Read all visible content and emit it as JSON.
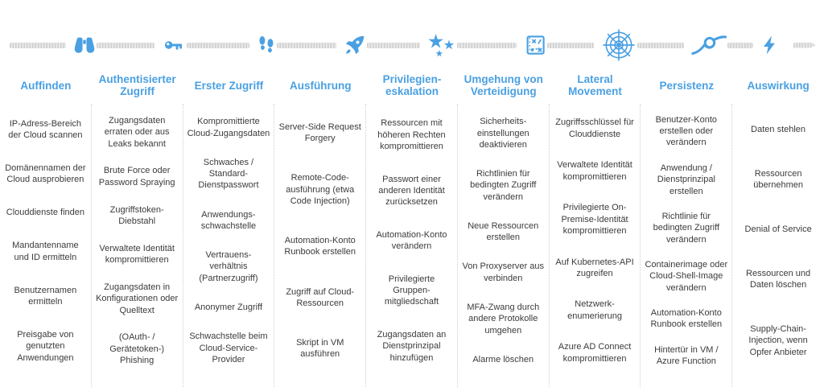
{
  "colors": {
    "accent": "#4aa0e2",
    "dash": "#dcdcdc",
    "divider": "#cfcfcf",
    "item_text": "#3b3b3b"
  },
  "diagram": {
    "title": "Cloud Kill Chain (German attack phase matrix)",
    "columns": [
      {
        "label": "Auffinden",
        "icon": "binoculars-icon",
        "items": [
          "IP-Adress-Bereich der Cloud scannen",
          "Domänennamen der Cloud ausprobieren",
          "Clouddienste finden",
          "Mandantenname und ID ermitteln",
          "Benutzernamen ermitteln",
          "Preisgabe von genutzten Anwendungen"
        ]
      },
      {
        "label": "Authentisierter Zugriff",
        "icon": "key-icon",
        "items": [
          "Zugangsdaten erraten oder aus Leaks bekannt",
          "Brute Force oder Password Spraying",
          "Zugriffstoken-Diebstahl",
          "Verwaltete Identität kompromittieren",
          "Zugangsdaten in Konfigurationen oder Quelltext",
          "(OAuth- / Gerätetoken-) Phishing"
        ]
      },
      {
        "label": "Erster Zugriff",
        "icon": "footprints-icon",
        "items": [
          "Kompromittierte Cloud-Zugangsdaten",
          "Schwaches / Standard-Dienstpasswort",
          "Anwendungs-schwachstelle",
          "Vertrauens-verhältnis (Partnerzugriff)",
          "Anonymer Zugriff",
          "Schwachstelle beim Cloud-Service-Provider"
        ]
      },
      {
        "label": "Ausführung",
        "icon": "rocket-icon",
        "items": [
          "Server-Side Request Forgery",
          "Remote-Code-ausführung (etwa Code Injection)",
          "Automation-Konto Runbook erstellen",
          "Zugriff auf Cloud-Ressourcen",
          "Skript in VM ausführen"
        ]
      },
      {
        "label": "Privilegien-eskalation",
        "icon": "stars-icon",
        "items": [
          "Ressourcen mit höheren Rechten kompromittieren",
          "Passwort einer anderen Identität zurücksetzen",
          "Automation-Konto verändern",
          "Privilegierte Gruppen-mitgliedschaft",
          "Zugangsdaten an Dienstprinzipal hinzufügen"
        ]
      },
      {
        "label": "Umgehung von Verteidigung",
        "icon": "playbook-icon",
        "items": [
          "Sicherheits-einstellungen deaktivieren",
          "Richtlinien für bedingten Zugriff verändern",
          "Neue Ressourcen erstellen",
          "Von Proxyserver aus verbinden",
          "MFA-Zwang durch andere Protokolle umgehen",
          "Alarme löschen"
        ]
      },
      {
        "label": "Lateral Movement",
        "icon": "spider-web-icon",
        "items": [
          "Zugriffsschlüssel für Clouddienste",
          "Verwaltete Identität kompromittieren",
          "Privilegierte On-Premise-Identität kompromittieren",
          "Auf Kubernetes-API zugreifen",
          "Netzwerk-enumerierung",
          "Azure AD Connect kompromittieren"
        ]
      },
      {
        "label": "Persistenz",
        "icon": "knot-icon",
        "items": [
          "Benutzer-Konto erstellen oder verändern",
          "Anwendung / Dienstprinzipal erstellen",
          "Richtlinie für bedingten Zugriff verändern",
          "Containerimage oder Cloud-Shell-Image verändern",
          "Automation-Konto Runbook erstellen",
          "Hintertür in VM / Azure Function"
        ]
      },
      {
        "label": "Auswirkung",
        "icon": "lightning-icon",
        "items": [
          "Daten stehlen",
          "Ressourcen übernehmen",
          "Denial of Service",
          "Ressourcen und Daten löschen",
          "Supply-Chain-Injection, wenn Opfer Anbieter"
        ]
      }
    ]
  }
}
